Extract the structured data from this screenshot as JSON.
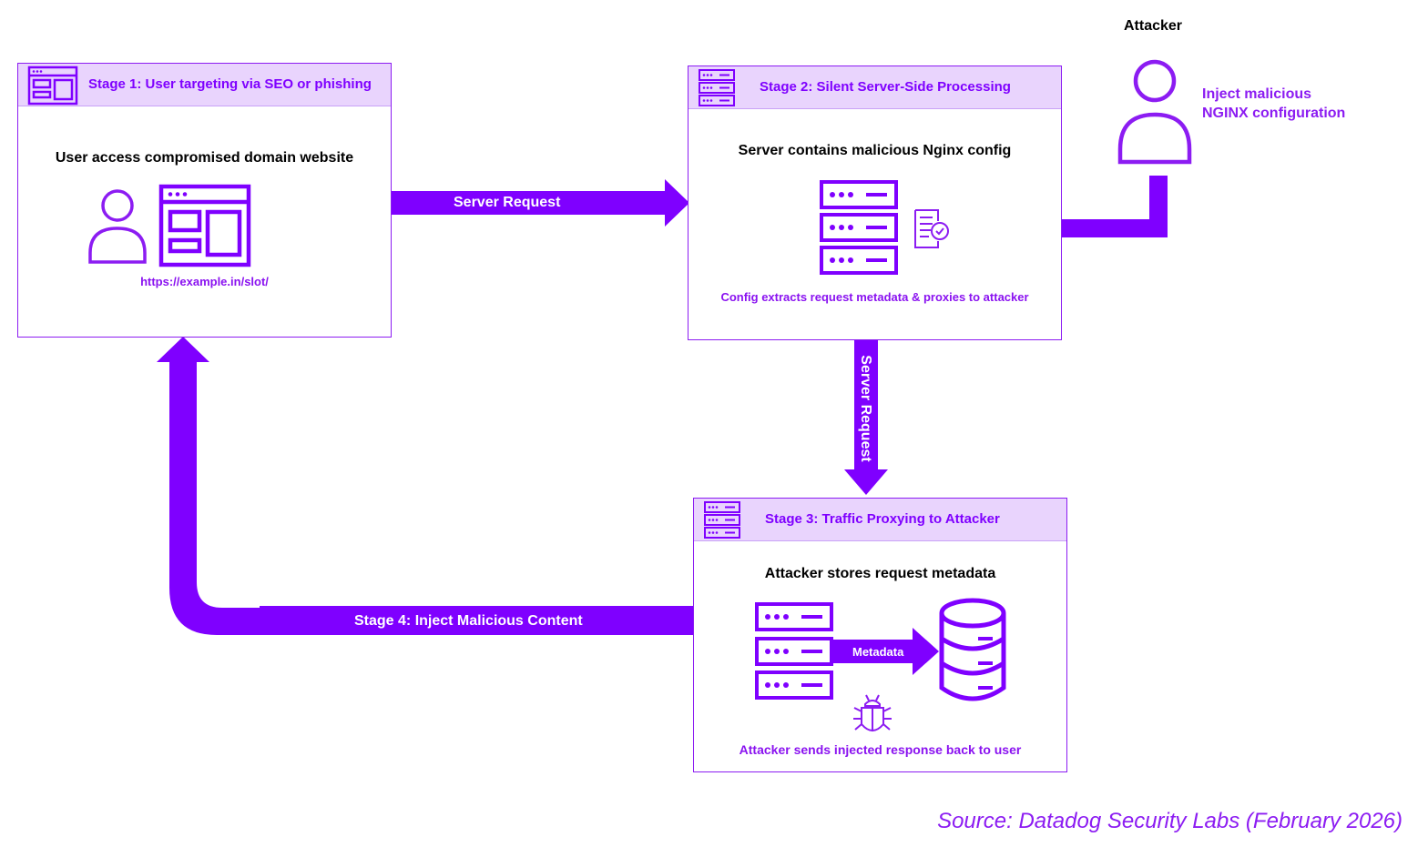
{
  "stages": {
    "stage1": {
      "title": "Stage 1: User targeting via SEO or phishing",
      "main": "User access compromised domain website",
      "url": "https://example.in/slot/"
    },
    "stage2": {
      "title": "Stage 2: Silent Server-Side Processing",
      "main": "Server contains malicious Nginx config",
      "caption": "Config extracts request metadata & proxies to attacker"
    },
    "stage3": {
      "title": "Stage 3: Traffic Proxying to Attacker",
      "main": "Attacker stores request metadata",
      "metadata_label": "Metadata",
      "caption": "Attacker sends injected response back to user"
    }
  },
  "arrows": {
    "server_request_1": "Server Request",
    "server_request_2": "Server Request",
    "stage4": "Stage 4: Inject Malicious Content"
  },
  "attacker": {
    "label": "Attacker",
    "inject_line1": "Inject malicious",
    "inject_line2": "NGINX configuration"
  },
  "source": "Source: Datadog Security Labs (February 2026)",
  "colors": {
    "purple": "#8c1cf2",
    "arrow": "#7f00ff",
    "header_bg": "#e9d4fd"
  },
  "icons": [
    "browser-window-icon",
    "server-rack-icon",
    "user-icon",
    "config-document-check-icon",
    "database-icon",
    "bug-icon"
  ]
}
